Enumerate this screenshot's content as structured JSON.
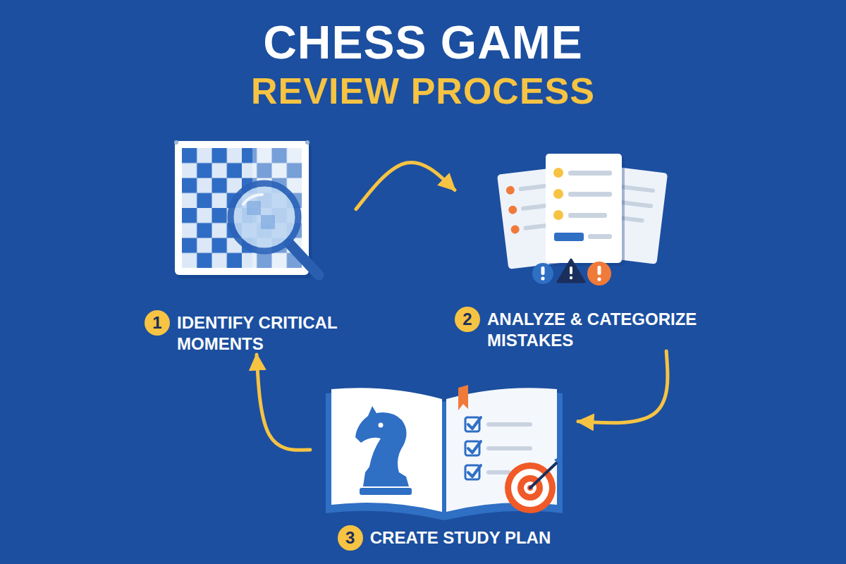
{
  "diagram": {
    "title": "CHESS GAME",
    "nodes": [
      {
        "text": [
          "1",
          "IDENTIFY CRITICAL MOMENTS"
        ]
      },
      {
        "text": [
          "2",
          "ANALYZE & CATEGORIZE MISTAKES"
        ]
      },
      {
        "text": [
          "3",
          "CREATE STUDY PLAN"
        ]
      }
    ],
    "edges": [
      {
        "from": 0,
        "to": 1,
        "arrow": "to"
      },
      {
        "from": 1,
        "to": 2,
        "arrow": "to"
      },
      {
        "from": 2,
        "to": 0,
        "arrow": "to"
      }
    ],
    "labels": [
      "REVIEW PROCESS"
    ]
  }
}
